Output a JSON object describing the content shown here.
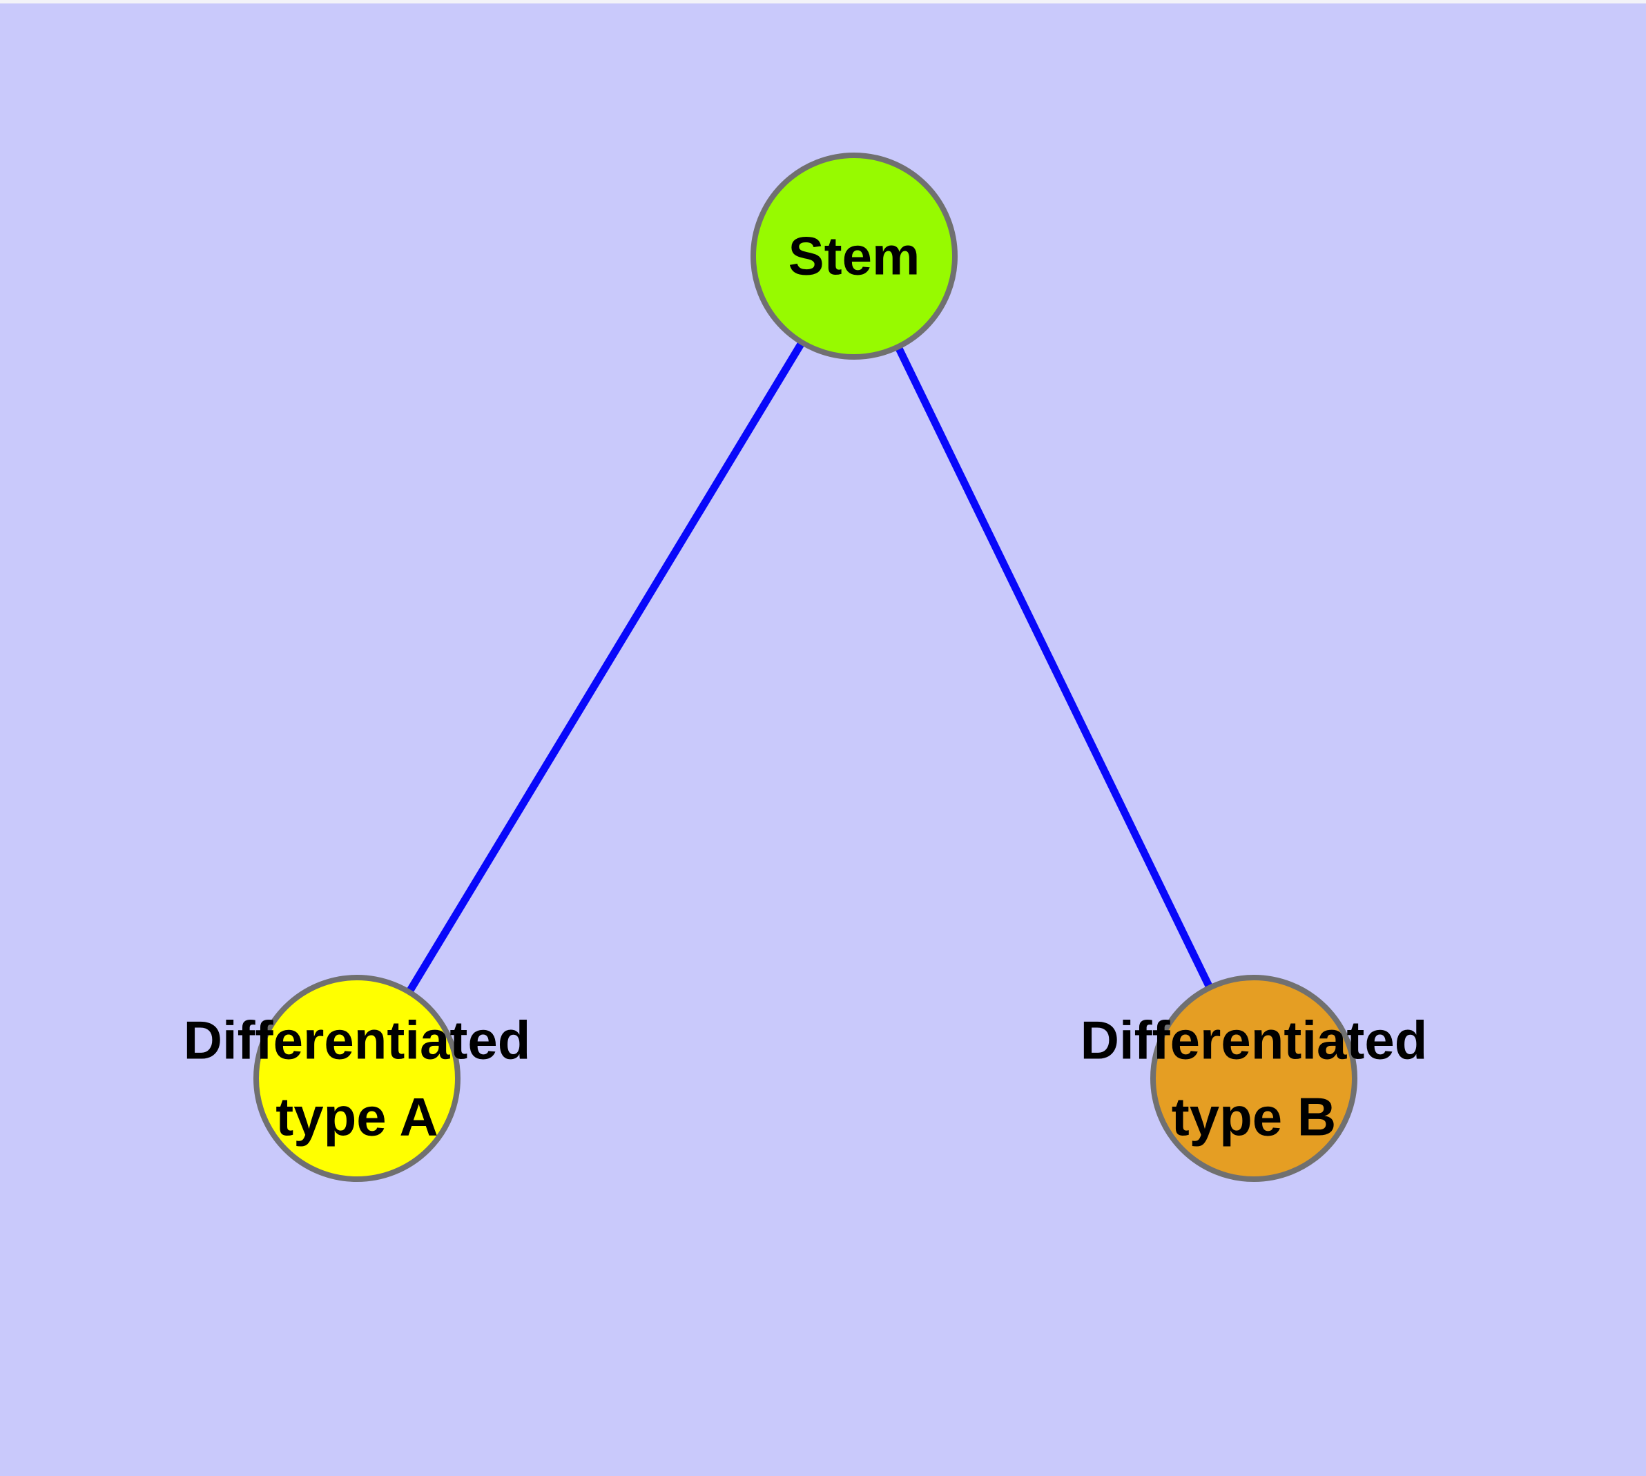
{
  "canvas": {
    "background": "#C9C9FB",
    "top_strip": "#F3F3F8"
  },
  "graph": {
    "title": "",
    "label_color": "#000000",
    "nodes": [
      {
        "id": "stem",
        "label": "Stem",
        "fill": "#97FA00",
        "border": "#707070"
      },
      {
        "id": "differentiated-type-a",
        "label": "Differentiated\ntype A",
        "fill": "#FFFF00",
        "border": "#707070"
      },
      {
        "id": "differentiated-type-b",
        "label": "Differentiated\ntype B",
        "fill": "#E59E23",
        "border": "#707070"
      }
    ],
    "edges": [
      {
        "from": "stem",
        "to": "differentiated-type-a",
        "color": "#0808FA"
      },
      {
        "from": "stem",
        "to": "differentiated-type-b",
        "color": "#0808FA"
      }
    ]
  }
}
